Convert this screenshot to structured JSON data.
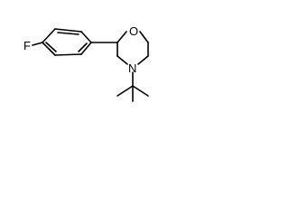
{
  "structure": {
    "atoms": {
      "fluorine": "F",
      "oxygen": "O",
      "nitrogen": "N"
    },
    "colors": {
      "bond": "#000000",
      "background": "#ffffff"
    }
  }
}
